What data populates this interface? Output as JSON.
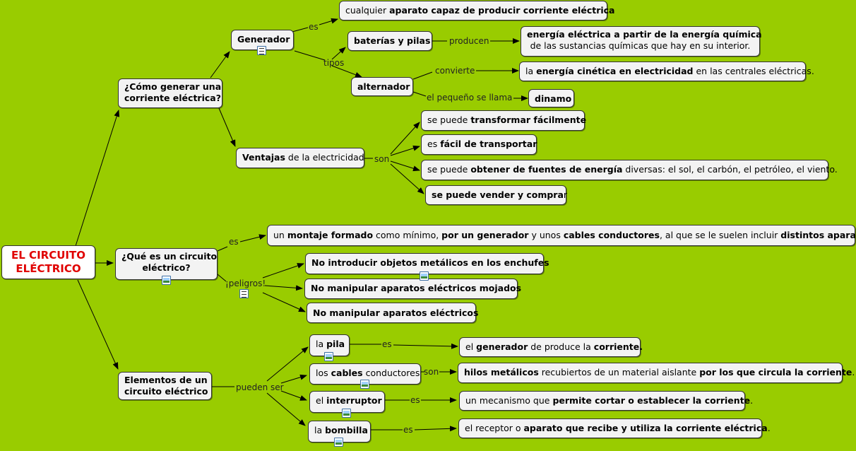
{
  "root": {
    "l1": "EL CIRCUITO",
    "l2": "ELÉCTRICO"
  },
  "q1": {
    "l1": "¿Cómo generar una",
    "l2": "corriente eléctrica?"
  },
  "q2": {
    "l1": "¿Qué es un circuito",
    "l2": "eléctrico?"
  },
  "q3": {
    "l1": "Elementos de un",
    "l2": "circuito eléctrico"
  },
  "generador": "Generador",
  "gen_def": {
    "a": "cualquier ",
    "b": "aparato capaz de producir corriente eléctrica"
  },
  "baterias": "baterías y pilas",
  "energia_quim": {
    "l1": "energía eléctrica  a partir de la energía  química",
    "l2": "de las sustancias químicas que hay en su interior."
  },
  "alternador": "alternador",
  "energia_cin": {
    "a": "la ",
    "b": "energía cinética en electricidad",
    "c": " en las centrales eléctricas."
  },
  "dinamo": "dinamo",
  "ventajas": {
    "a": "Ventajas",
    "b": " de la electricidad"
  },
  "v1": {
    "a": "se puede ",
    "b": "transformar fácilmente"
  },
  "v2": {
    "a": "es ",
    "b": "fácil de transportar"
  },
  "v3": {
    "a": "se puede ",
    "b": "obtener de fuentes de energía",
    "c": " diversas: el sol, el carbón, el petróleo, el viento."
  },
  "v4": {
    "a": "se puede vender y compra",
    "b": "r"
  },
  "montaje": {
    "a": "un ",
    "b": "montaje formado",
    "c": " como mínimo, ",
    "d": "por un generador",
    "e": " y unos ",
    "f": "cables conductores",
    "g": ", al que se le suelen incluir ",
    "h": "distintos aparatos",
    "i": "."
  },
  "p1": "No introducir objetos metálicos en los enchufes",
  "p2": "No manipular aparatos eléctricos mojados",
  "p3": "No manipular aparatos eléctricos",
  "pila": {
    "a": "la ",
    "b": "pila"
  },
  "pila_def": {
    "a": "el ",
    "b": "generador",
    "c": " de produce la ",
    "d": "corriente."
  },
  "cables": {
    "a": "los ",
    "b": "cables",
    "c": " conductores"
  },
  "cables_def": {
    "a": "hilos metálicos",
    "b": " recubiertos de un material aislante ",
    "c": "por los que circula la corriente",
    "d": "."
  },
  "interruptor": {
    "a": "el ",
    "b": "interruptor"
  },
  "interruptor_def": {
    "a": "un mecanismo que ",
    "b": "permite cortar o establecer la corriente",
    "c": "."
  },
  "bombilla": {
    "a": "la ",
    "b": "bombilla"
  },
  "bombilla_def": {
    "a": "el receptor o ",
    "b": "aparato que recibe y utiliza la corriente eléctrica",
    "c": "."
  },
  "links": {
    "es": "es",
    "tipos": "tipos",
    "producen": "producen",
    "convierte": "convierte",
    "pequeno": "el pequeño se llama",
    "son": "son",
    "peligros": "¡peligros!",
    "pueden_ser": "pueden ser"
  },
  "icons": [
    "note-icon",
    "image-icon"
  ]
}
